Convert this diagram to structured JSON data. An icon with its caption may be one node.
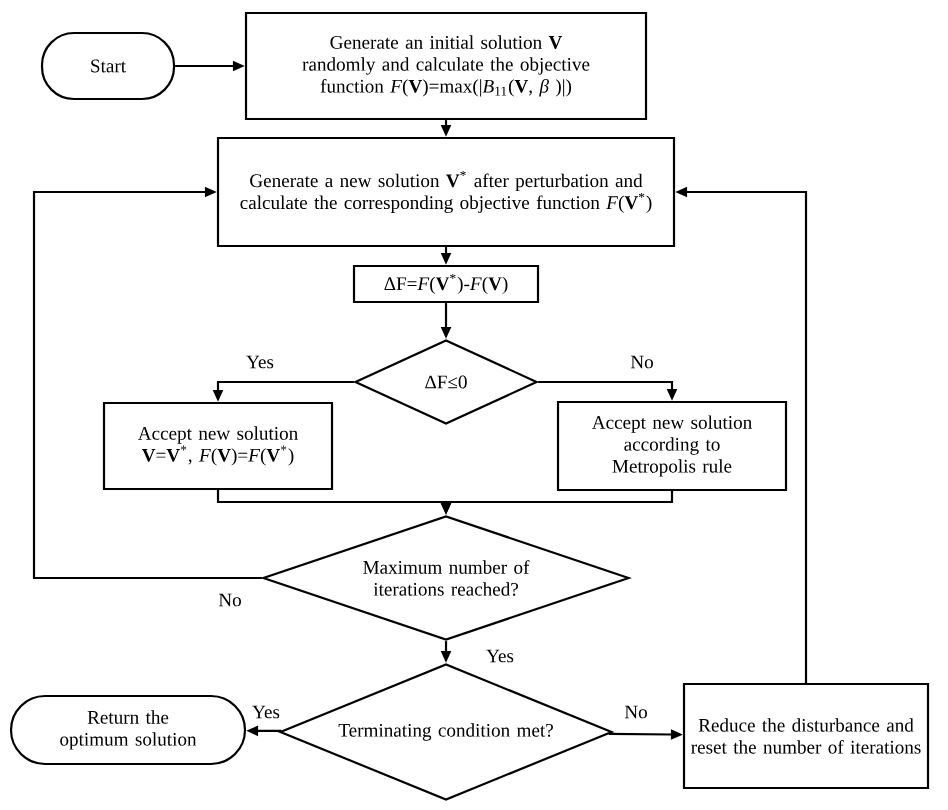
{
  "diagram": {
    "nodes": [
      {
        "text": [
          "Start"
        ]
      },
      {
        "text": [
          "Generate an initial solution **V** randomly and calculate the objective function *F*(**V**)=max(|*B*$_{11}$(**V**, *β* )|)"
        ]
      },
      {
        "text": [
          "Generate a new solution **V**$^{*}$ after perturbation and calculate the corresponding objective function *F*(**V**$^{*}$)"
        ]
      },
      {
        "text": [
          "ΔF=*F*(**V**$^{*}$)-*F*(**V**)"
        ]
      },
      {
        "text": [
          "ΔF≤0"
        ]
      },
      {
        "text": [
          "Accept new solution **V**=**V**$^{*}$, *F*(**V**)=*F*(**V**$^{*}$)"
        ]
      },
      {
        "text": [
          "Accept new solution according to Metropolis rule"
        ]
      },
      {
        "text": [
          "Maximum number of iterations reached?"
        ]
      },
      {
        "text": [
          "Terminating condition met?"
        ]
      },
      {
        "text": [
          "Return the optimum solution"
        ]
      },
      {
        "text": [
          "Reduce the disturbance and reset the number of iterations"
        ]
      }
    ],
    "edges": [
      {
        "from": 0,
        "to": 1,
        "arrow": "to"
      },
      {
        "from": 1,
        "to": 2,
        "arrow": "to"
      },
      {
        "from": 2,
        "to": 3,
        "arrow": "to"
      },
      {
        "from": 3,
        "to": 4,
        "arrow": "to"
      },
      {
        "from": 4,
        "to": 5,
        "arrow": "to",
        "label": "Yes"
      },
      {
        "from": 4,
        "to": 6,
        "arrow": "to",
        "label": "No"
      },
      {
        "from": 5,
        "to": 7,
        "arrow": "to"
      },
      {
        "from": 6,
        "to": 7,
        "arrow": "to"
      },
      {
        "from": 7,
        "to": 2,
        "arrow": "to",
        "label": "No"
      },
      {
        "from": 7,
        "to": 8,
        "arrow": "to",
        "label": "Yes"
      },
      {
        "from": 8,
        "to": 9,
        "arrow": "to",
        "label": "Yes"
      },
      {
        "from": 8,
        "to": 10,
        "arrow": "to",
        "label": "No"
      },
      {
        "from": 10,
        "to": 2,
        "arrow": "to"
      }
    ]
  }
}
